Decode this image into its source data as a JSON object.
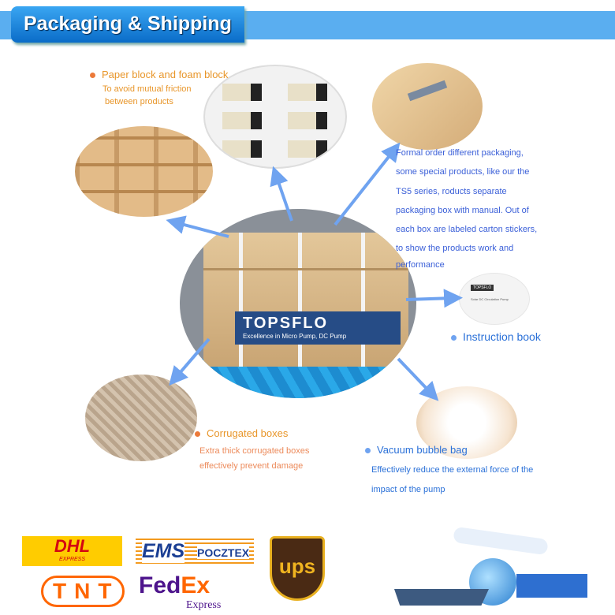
{
  "header": {
    "title": "Packaging & Shipping"
  },
  "paper_block": {
    "title": "Paper block and foam block",
    "desc_lines": [
      "To avoid mutual friction",
      "between products"
    ]
  },
  "formal_order": {
    "lines": [
      "Formal order different packaging,",
      "some special products, like our the",
      "TS5 series, roducts separate",
      "packaging box with manual. Out of",
      "each box are labeled carton stickers,",
      "to show the products work and",
      "performance"
    ]
  },
  "instruction": {
    "title": "Instruction book",
    "book_brand": "TOPSFLO",
    "book_text": "Solar DC Circulation Pump"
  },
  "corrugated": {
    "title": "Corrugated boxes",
    "desc_lines": [
      "Extra thick corrugated boxes",
      "effectively prevent damage"
    ]
  },
  "bubble": {
    "title": "Vacuum bubble bag",
    "desc_lines": [
      "Effectively reduce the external force of the",
      "impact of the pump"
    ]
  },
  "box": {
    "brand": "TOPSFLO",
    "slogan": "Excellence in Micro Pump, DC Pump"
  },
  "carriers": {
    "dhl": "DHL",
    "dhl_sub": "EXPRESS",
    "ems": "EMS",
    "ems_sub": "POCZTEX",
    "ups": "UPS",
    "tnt": "TNT",
    "fedex_a": "Fed",
    "fedex_b": "Ex",
    "fedex_sub": "Express"
  },
  "colors": {
    "banner": "#5aaef0",
    "orange": "#e8962a",
    "blue_text": "#3a5fd8",
    "arrow": "#6fa3f0"
  }
}
